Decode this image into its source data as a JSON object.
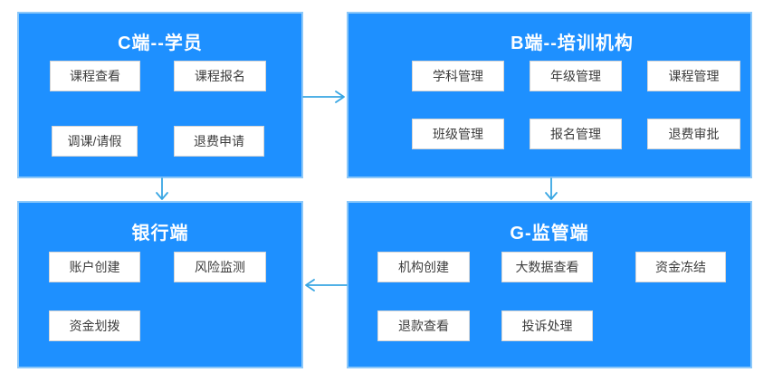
{
  "colors": {
    "panel_bg": "#1E90FF",
    "panel_border": "#8CC8F9",
    "item_bg": "#FFFFFF",
    "item_border": "#D6D6D6",
    "item_text": "#3D3D3D",
    "title_text": "#FFFFFF",
    "arrow": "#38A6E3",
    "page_bg": "#FFFFFF"
  },
  "panels": [
    {
      "id": "c-side",
      "title": "C端--学员",
      "items": [
        "课程查看",
        "课程报名",
        "调课/请假",
        "退费申请"
      ]
    },
    {
      "id": "b-side",
      "title": "B端--培训机构",
      "items": [
        "学科管理",
        "年级管理",
        "课程管理",
        "班级管理",
        "报名管理",
        "退费审批"
      ]
    },
    {
      "id": "bank-side",
      "title": "银行端",
      "items": [
        "账户创建",
        "风险监测",
        "资金划拨"
      ]
    },
    {
      "id": "g-side",
      "title": "G-监管端",
      "items": [
        "机构创建",
        "大数据查看",
        "资金冻结",
        "退款查看",
        "投诉处理"
      ]
    }
  ],
  "connections": [
    {
      "from": "C端--学员",
      "to": "B端--培训机构",
      "direction": "right"
    },
    {
      "from": "C端--学员",
      "to": "银行端",
      "direction": "down"
    },
    {
      "from": "B端--培训机构",
      "to": "G-监管端",
      "direction": "down"
    },
    {
      "from": "G-监管端",
      "to": "银行端",
      "direction": "left"
    }
  ]
}
